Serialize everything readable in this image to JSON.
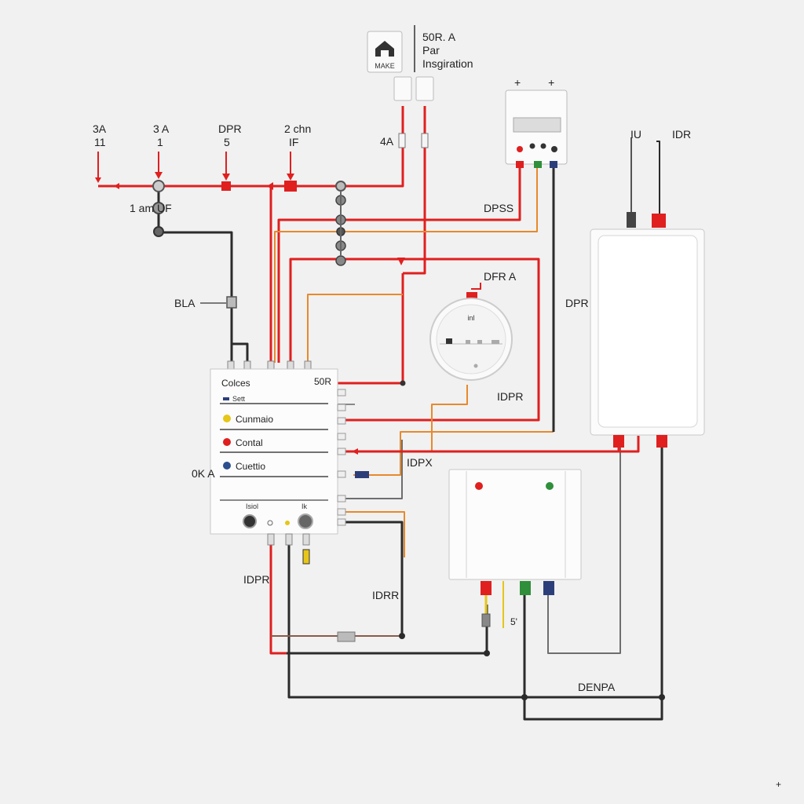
{
  "colors": {
    "live": "#e01f1f",
    "neutral": "#2b2b2b",
    "aux": "#e8892c",
    "grey": "#6e6e6e",
    "earth": "#2f8f3a",
    "signal": "#2c3e7a",
    "background": "#f1f1f1"
  },
  "top_labels": {
    "a1_line1": "3A",
    "a1_line2": "11",
    "a2_line1": "3 A",
    "a2_line2": "1",
    "a3_line1": "DPR",
    "a3_line2": "5",
    "a4_line1": "2 chn",
    "a4_line2": "IF"
  },
  "socket": {
    "icon_text": "MAKE",
    "label_line1": "50R. A",
    "label_line2": "Par",
    "label_line3": "Insgiration",
    "fuse_label": "4A"
  },
  "labels": {
    "left_node": "1 am  UF",
    "bla": "BLA",
    "dpss": "DPSS",
    "meter_label": "DFR A",
    "meter_idpr": "IDPR",
    "idpx": "IDPX",
    "left_0ka": "0K A",
    "bottom_idpr": "IDPR",
    "bottom_idrr": "IDRR",
    "small_5": "5'",
    "denpa": "DENPA",
    "right_iu": "IU",
    "right_idr": "IDR",
    "right_dpr": "DPR",
    "corner_mark": "+"
  },
  "meter": {
    "face_text": "inl"
  },
  "control_panel": {
    "title": "Colces",
    "title_right": "50R",
    "sub_label": "Sett",
    "rows": [
      {
        "label": "Cunmaio",
        "color": "#e6c619"
      },
      {
        "label": "Contal",
        "color": "#e01f1f"
      },
      {
        "label": "Cuettio",
        "color": "#2c4f8f"
      }
    ],
    "footer_left": "Isiol",
    "footer_right": "Ik"
  }
}
